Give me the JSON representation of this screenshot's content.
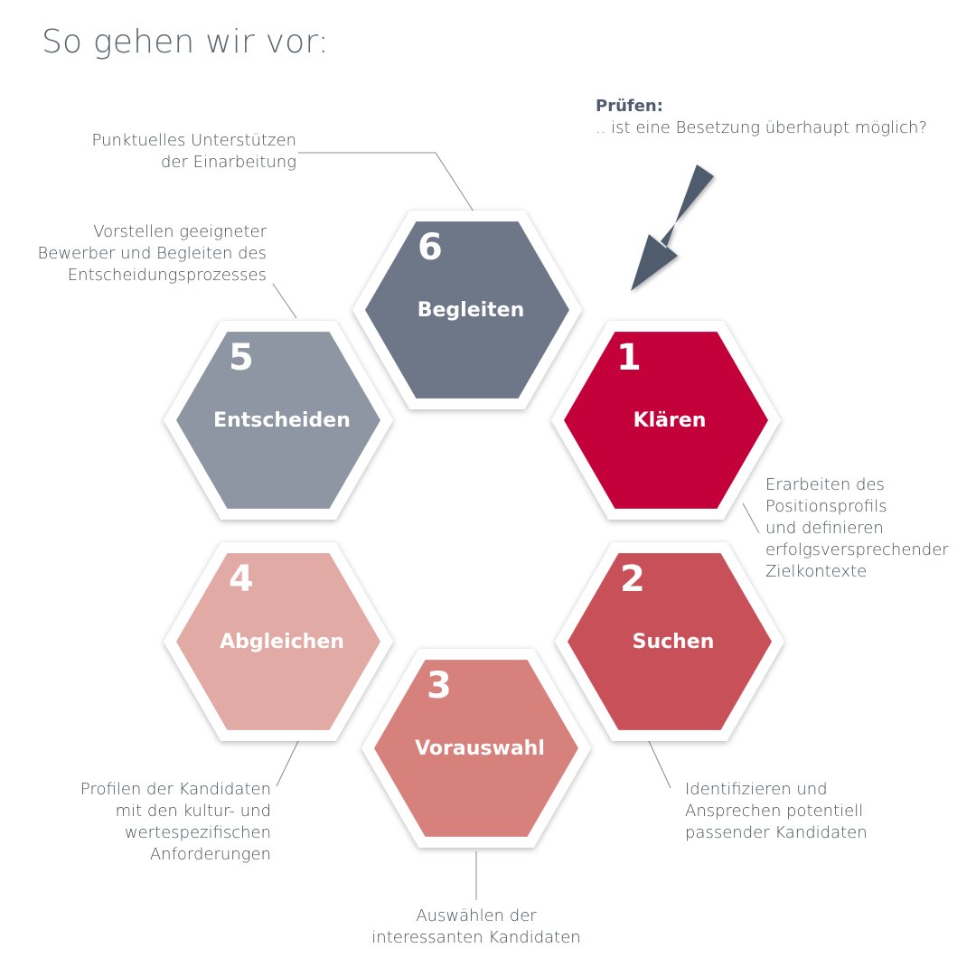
{
  "title": "So gehen wir vor:",
  "check": {
    "heading": "Prüfen:",
    "text": ".. ist eine Besetzung überhaupt möglich?"
  },
  "steps": [
    {
      "number": "1",
      "label": "Klären",
      "color": "#c4003b",
      "description": [
        "Erarbeiten des",
        "Positionsprofils",
        "und definieren",
        "erfolgsversprechender",
        "Zielkontexte"
      ]
    },
    {
      "number": "2",
      "label": "Suchen",
      "color": "#c85159",
      "description": [
        "Identifizieren und",
        "Ansprechen potentiell",
        "passender Kandidaten"
      ]
    },
    {
      "number": "3",
      "label": "Vorauswahl",
      "color": "#d7817c",
      "description": [
        "Auswählen der",
        "interessanten Kandidaten"
      ]
    },
    {
      "number": "4",
      "label": "Abgleichen",
      "color": "#e2aaa5",
      "description": [
        "Profilen der Kandidaten",
        "mit den kultur- und",
        "wertespezifischen",
        "Anforderungen"
      ]
    },
    {
      "number": "5",
      "label": "Entscheiden",
      "color": "#8e96a3",
      "description": [
        "Vorstellen geeigneter",
        "Bewerber und Begleiten des",
        "Entscheidungsprozesses"
      ]
    },
    {
      "number": "6",
      "label": "Begleiten",
      "color": "#6d7787",
      "description": [
        "Punktuelles Unterstützen",
        "der Einarbeitung"
      ]
    }
  ],
  "colors": {
    "arrow": "#4f5b6e",
    "leader": "#888c92",
    "text": "#4a4f57"
  }
}
